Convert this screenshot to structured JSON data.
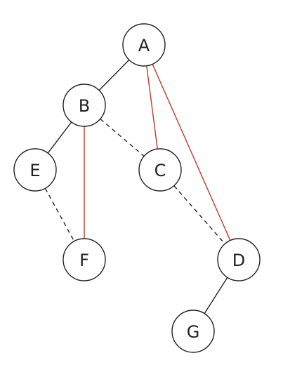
{
  "colors": {
    "solid": "#222222",
    "highlight": "#c0392b",
    "dashed": "#222222"
  },
  "nodes": [
    {
      "id": "A",
      "label": "A"
    },
    {
      "id": "B",
      "label": "B"
    },
    {
      "id": "C",
      "label": "C"
    },
    {
      "id": "D",
      "label": "D"
    },
    {
      "id": "E",
      "label": "E"
    },
    {
      "id": "F",
      "label": "F"
    },
    {
      "id": "G",
      "label": "G"
    }
  ],
  "edges": [
    {
      "from": "A",
      "to": "B",
      "style": "solid"
    },
    {
      "from": "A",
      "to": "C",
      "style": "highlight"
    },
    {
      "from": "A",
      "to": "D",
      "style": "highlight"
    },
    {
      "from": "B",
      "to": "E",
      "style": "solid"
    },
    {
      "from": "B",
      "to": "F",
      "style": "highlight"
    },
    {
      "from": "B",
      "to": "C",
      "style": "dashed"
    },
    {
      "from": "C",
      "to": "D",
      "style": "dashed"
    },
    {
      "from": "E",
      "to": "F",
      "style": "dashed"
    },
    {
      "from": "D",
      "to": "G",
      "style": "solid"
    }
  ]
}
